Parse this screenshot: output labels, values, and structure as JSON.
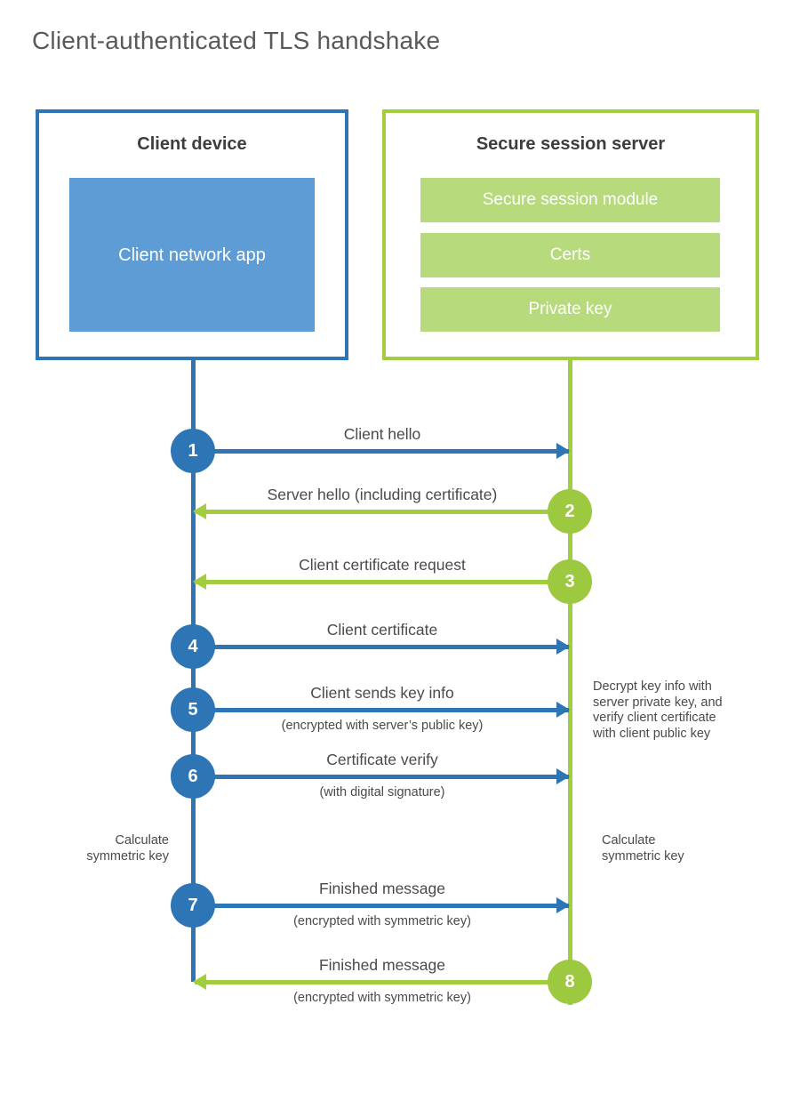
{
  "title": "Client-authenticated TLS handshake",
  "colors": {
    "client_accent": "#2e75b5",
    "client_fill": "#5d9cd5",
    "server_accent": "#a0ce3f",
    "server_fill": "#b7da7d",
    "text": "#4a4a4a"
  },
  "client": {
    "title": "Client device",
    "app_label": "Client network app"
  },
  "server": {
    "title": "Secure session server",
    "modules": [
      "Secure session module",
      "Certs",
      "Private key"
    ]
  },
  "messages": [
    {
      "num": "1",
      "label": "Client hello",
      "sub": "",
      "from": "client",
      "to": "server"
    },
    {
      "num": "2",
      "label": "Server hello (including certificate)",
      "sub": "",
      "from": "server",
      "to": "client"
    },
    {
      "num": "3",
      "label": "Client certificate request",
      "sub": "",
      "from": "server",
      "to": "client"
    },
    {
      "num": "4",
      "label": "Client certificate",
      "sub": "",
      "from": "client",
      "to": "server"
    },
    {
      "num": "5",
      "label": "Client sends key info",
      "sub": "(encrypted with server’s public key)",
      "from": "client",
      "to": "server"
    },
    {
      "num": "6",
      "label": "Certificate verify",
      "sub": "(with digital signature)",
      "from": "client",
      "to": "server"
    },
    {
      "num": "7",
      "label": "Finished message",
      "sub": "(encrypted with symmetric key)",
      "from": "client",
      "to": "server"
    },
    {
      "num": "8",
      "label": "Finished message",
      "sub": "(encrypted with symmetric key)",
      "from": "server",
      "to": "client"
    }
  ],
  "annotations": {
    "decrypt_note": "Decrypt key info with\nserver private key, and\nverify client certificate\nwith client public key",
    "calc_left": "Calculate\nsymmetric key",
    "calc_right": "Calculate\nsymmetric key"
  }
}
